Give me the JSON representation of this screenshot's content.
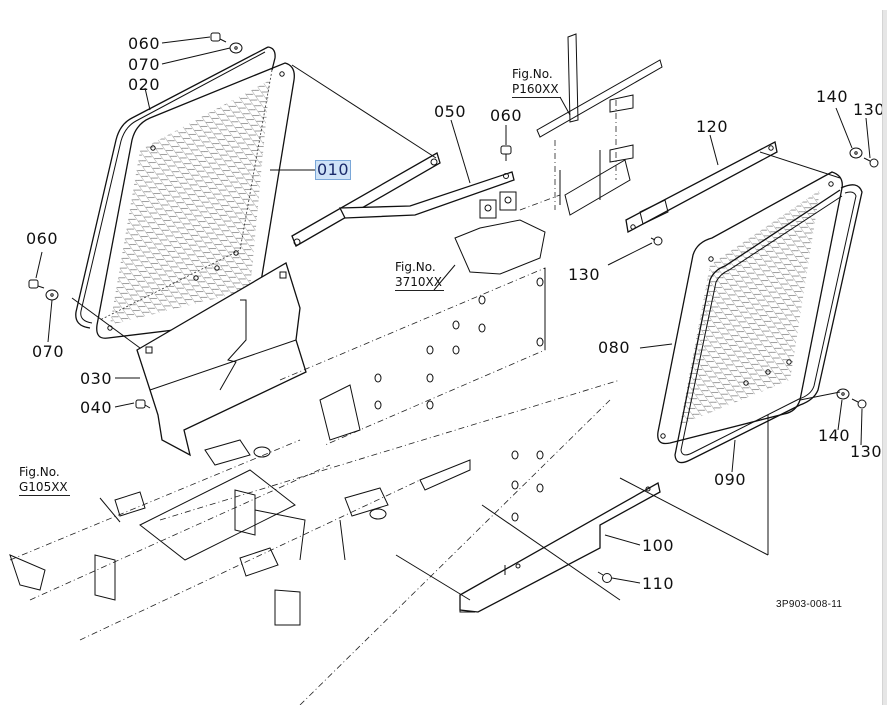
{
  "diagram": {
    "type": "exploded parts diagram",
    "drawing_id": "3P903-008-11",
    "highlighted_part": "010",
    "callouts": [
      {
        "id": "c-060-top",
        "part": "060"
      },
      {
        "id": "c-070-top",
        "part": "070"
      },
      {
        "id": "c-020",
        "part": "020"
      },
      {
        "id": "c-010",
        "part": "010"
      },
      {
        "id": "c-060-left",
        "part": "060"
      },
      {
        "id": "c-070-left",
        "part": "070"
      },
      {
        "id": "c-030",
        "part": "030"
      },
      {
        "id": "c-040",
        "part": "040"
      },
      {
        "id": "c-050",
        "part": "050"
      },
      {
        "id": "c-060-mid",
        "part": "060"
      },
      {
        "id": "c-120",
        "part": "120"
      },
      {
        "id": "c-130-mid",
        "part": "130"
      },
      {
        "id": "c-140-top",
        "part": "140"
      },
      {
        "id": "c-130-top",
        "part": "130"
      },
      {
        "id": "c-080",
        "part": "080"
      },
      {
        "id": "c-140-bot",
        "part": "140"
      },
      {
        "id": "c-130-bot",
        "part": "130"
      },
      {
        "id": "c-090",
        "part": "090"
      },
      {
        "id": "c-100",
        "part": "100"
      },
      {
        "id": "c-110",
        "part": "110"
      }
    ],
    "figure_refs": [
      {
        "id": "f-p160",
        "label": "Fig.No.",
        "number": "P160XX"
      },
      {
        "id": "f-3710",
        "label": "Fig.No.",
        "number": "3710XX"
      },
      {
        "id": "f-g105",
        "label": "Fig.No.",
        "number": "G105XX"
      }
    ]
  }
}
